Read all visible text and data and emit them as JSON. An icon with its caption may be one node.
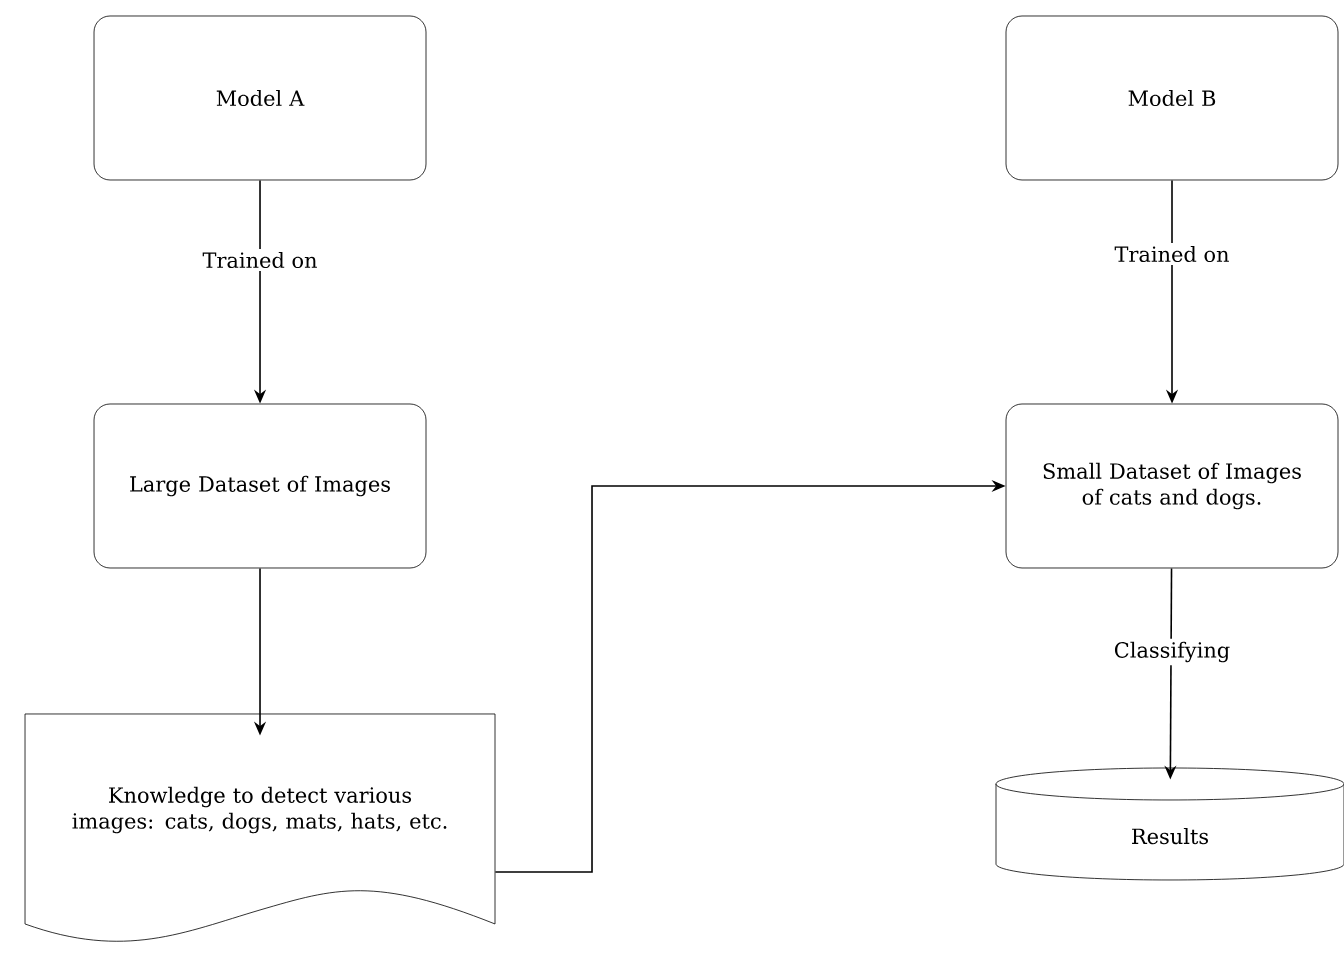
{
  "diagram": {
    "nodes": [
      {
        "text": [
          "Model A"
        ]
      },
      {
        "text": [
          "Large Dataset of Images"
        ]
      },
      {
        "text": [
          "Knowledge to detect various images: cats, dogs, mats, hats, etc."
        ]
      },
      {
        "text": [
          "Model B"
        ]
      },
      {
        "text": [
          "Small Dataset of Images of cats and dogs."
        ]
      },
      {
        "text": [
          "Results"
        ]
      }
    ],
    "edges": [
      {
        "from": 0,
        "to": 1,
        "arrow": "to",
        "label": "Trained on"
      },
      {
        "from": 1,
        "to": 2,
        "arrow": "to"
      },
      {
        "from": 2,
        "to": 4,
        "arrow": "to"
      },
      {
        "from": 3,
        "to": 4,
        "arrow": "to",
        "label": "Trained on"
      },
      {
        "from": 4,
        "to": 5,
        "arrow": "to",
        "label": "Classifying"
      }
    ]
  }
}
